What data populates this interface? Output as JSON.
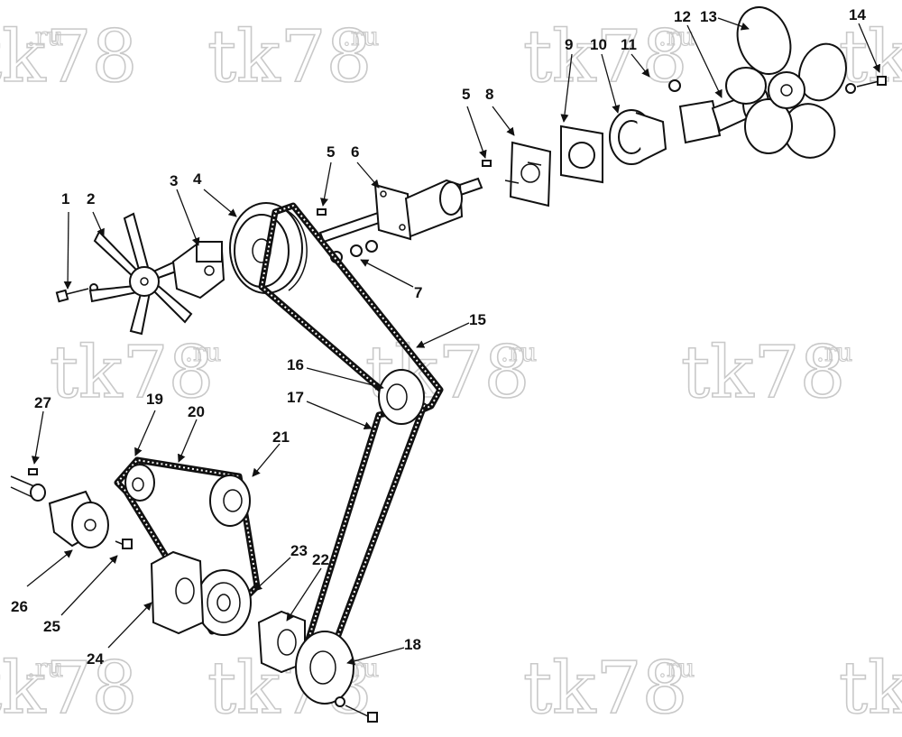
{
  "watermark": {
    "main": "tk78",
    "sup": ".ru"
  },
  "labels": [
    "1",
    "2",
    "3",
    "4",
    "5",
    "5",
    "6",
    "7",
    "8",
    "9",
    "10",
    "11",
    "12",
    "13",
    "14",
    "15",
    "16",
    "17",
    "18",
    "19",
    "20",
    "21",
    "22",
    "23",
    "24",
    "25",
    "26",
    "27"
  ]
}
